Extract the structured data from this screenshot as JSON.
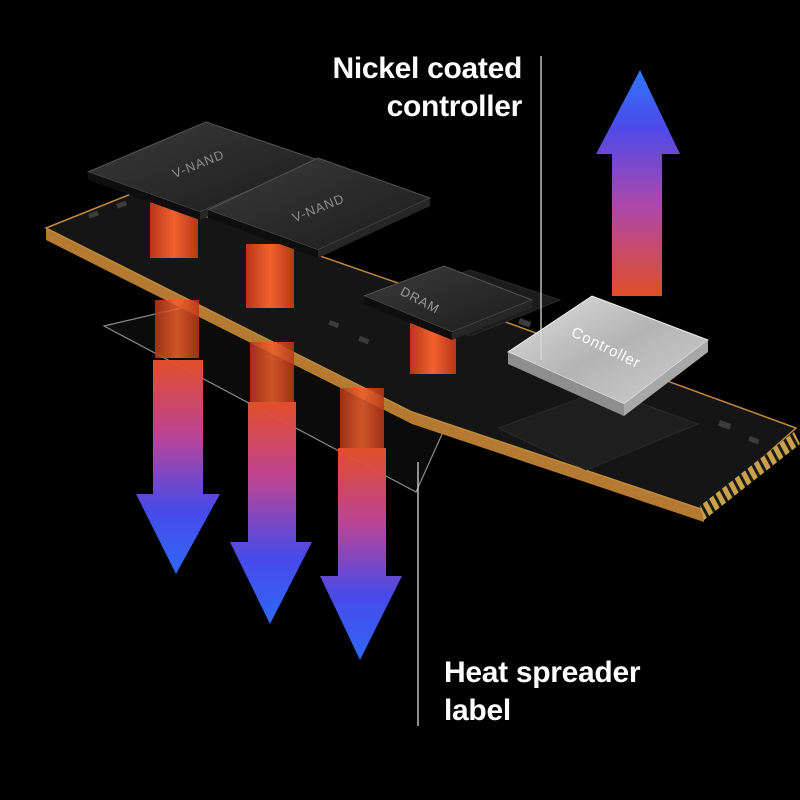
{
  "callouts": {
    "nickel": {
      "line1": "Nickel coated",
      "line2": "controller"
    },
    "heat": {
      "line1": "Heat spreader",
      "line2": "label"
    }
  },
  "chips": {
    "vnand1": "V-NAND",
    "vnand2": "V-NAND",
    "dram": "DRAM",
    "controller": "Controller"
  },
  "colors": {
    "background": "#000000",
    "heat": "#e8502a",
    "cool": "#2f5bff",
    "pcb": "#1a1a1a",
    "gold": "#c9a24a",
    "controller": "#bfbfbf"
  }
}
